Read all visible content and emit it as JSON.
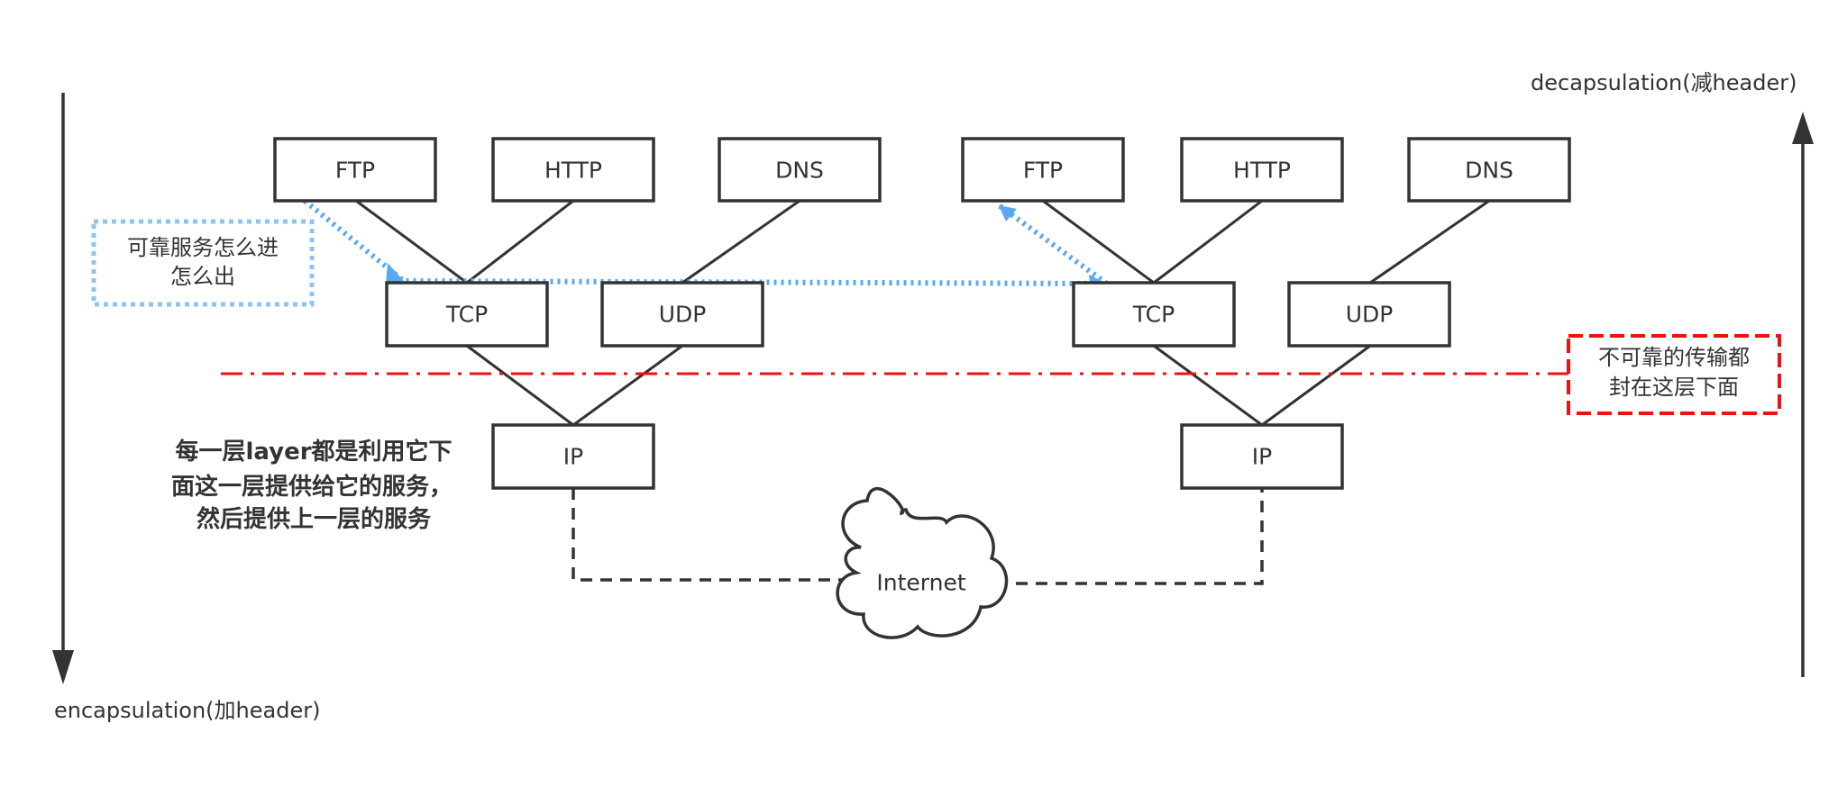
{
  "left_stack": {
    "app_layer": {
      "ftp": "FTP",
      "http": "HTTP",
      "dns": "DNS"
    },
    "transport_layer": {
      "tcp": "TCP",
      "udp": "UDP"
    },
    "network_layer": {
      "ip": "IP"
    }
  },
  "right_stack": {
    "app_layer": {
      "ftp": "FTP",
      "http": "HTTP",
      "dns": "DNS"
    },
    "transport_layer": {
      "tcp": "TCP",
      "udp": "UDP"
    },
    "network_layer": {
      "ip": "IP"
    }
  },
  "network": {
    "label": "Internet"
  },
  "annotations": {
    "reliable_service_line1": "可靠服务怎么进",
    "reliable_service_line2": "怎么出",
    "unreliable_line1": "不可靠的传输都",
    "unreliable_line2": "封在这层下面",
    "layer_note_line1": "每一层layer都是利用它下",
    "layer_note_line2": "面这一层提供给它的服务，",
    "layer_note_line3": "然后提供上一层的服务"
  },
  "axes": {
    "encapsulation": "encapsulation(加header)",
    "decapsulation": "decapsulation(减header)"
  },
  "colors": {
    "reliable_path": "#5aa8f0",
    "unreliable_boundary": "#ee1111",
    "box_stroke": "#333333"
  }
}
